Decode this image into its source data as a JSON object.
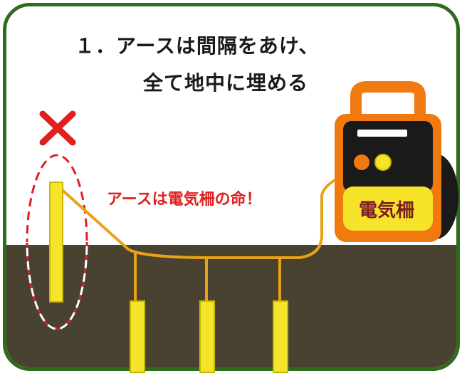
{
  "title": {
    "line1": "１．アースは間隔をあけ、",
    "line2": "全て地中に埋める"
  },
  "slogan": "アースは電気柵の命！",
  "device": {
    "label": "電気柵"
  },
  "marks": {
    "wrong": "✕"
  },
  "colors": {
    "frame": "#2e6b1c",
    "ground": "#4a4230",
    "rod": "#f5e42a",
    "wire": "#e8a21a",
    "device_body": "#f07a10",
    "device_panel": "#1a1a1a",
    "wrong_mark": "#e02020"
  }
}
